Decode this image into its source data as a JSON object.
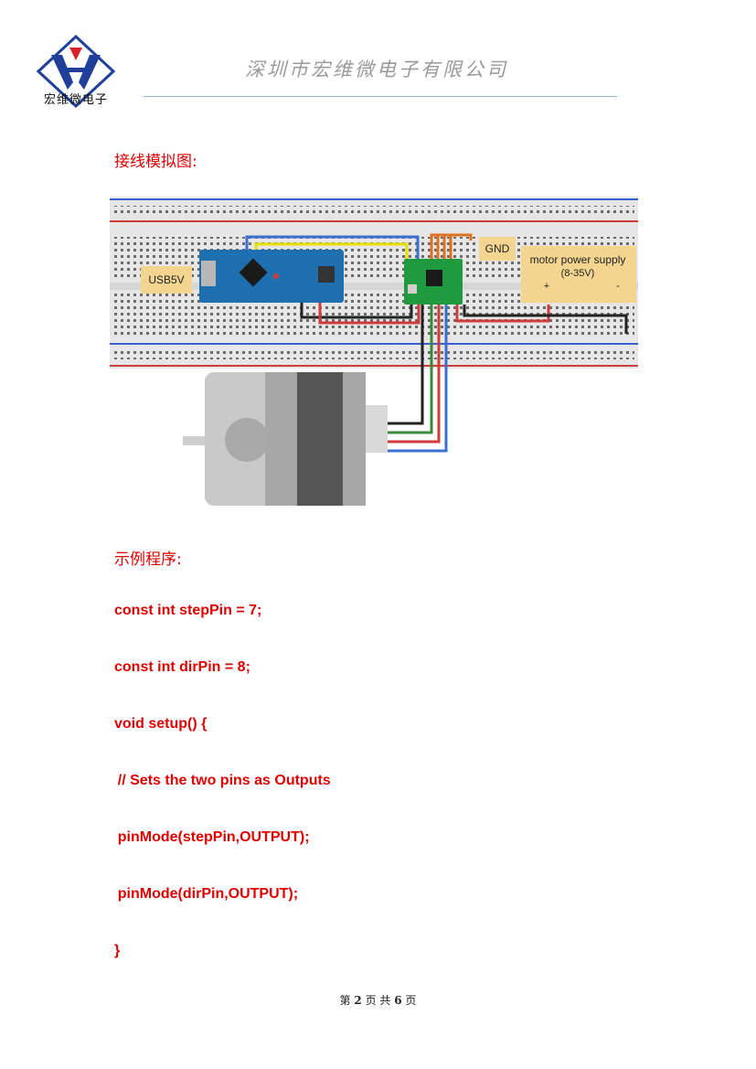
{
  "header": {
    "logo_text": "宏维微电子",
    "company": "深圳市宏维微电子有限公司"
  },
  "sections": {
    "wiring_title": "接线模拟图:",
    "example_title": "示例程序:"
  },
  "diagram": {
    "usb_label": "USB5V",
    "gnd_label": "GND",
    "supply_label_line1": "motor power supply",
    "supply_label_line2": "(8-35V)",
    "supply_plus": "+",
    "supply_minus": "-"
  },
  "code_lines": [
    "const int stepPin = 7;",
    "const int dirPin = 8;",
    "void setup() {",
    "    // Sets the two pins as Outputs",
    "    pinMode(stepPin,OUTPUT);",
    "    pinMode(dirPin,OUTPUT);",
    "}"
  ],
  "footer": {
    "prefix": "第",
    "page": "2",
    "mid": "页 共",
    "total": "6",
    "suffix": "页"
  },
  "colors": {
    "accent_red": "#e00000",
    "header_line": "#8fb4d9",
    "logo_blue": "#1f3f9a",
    "logo_red": "#d8232a"
  }
}
